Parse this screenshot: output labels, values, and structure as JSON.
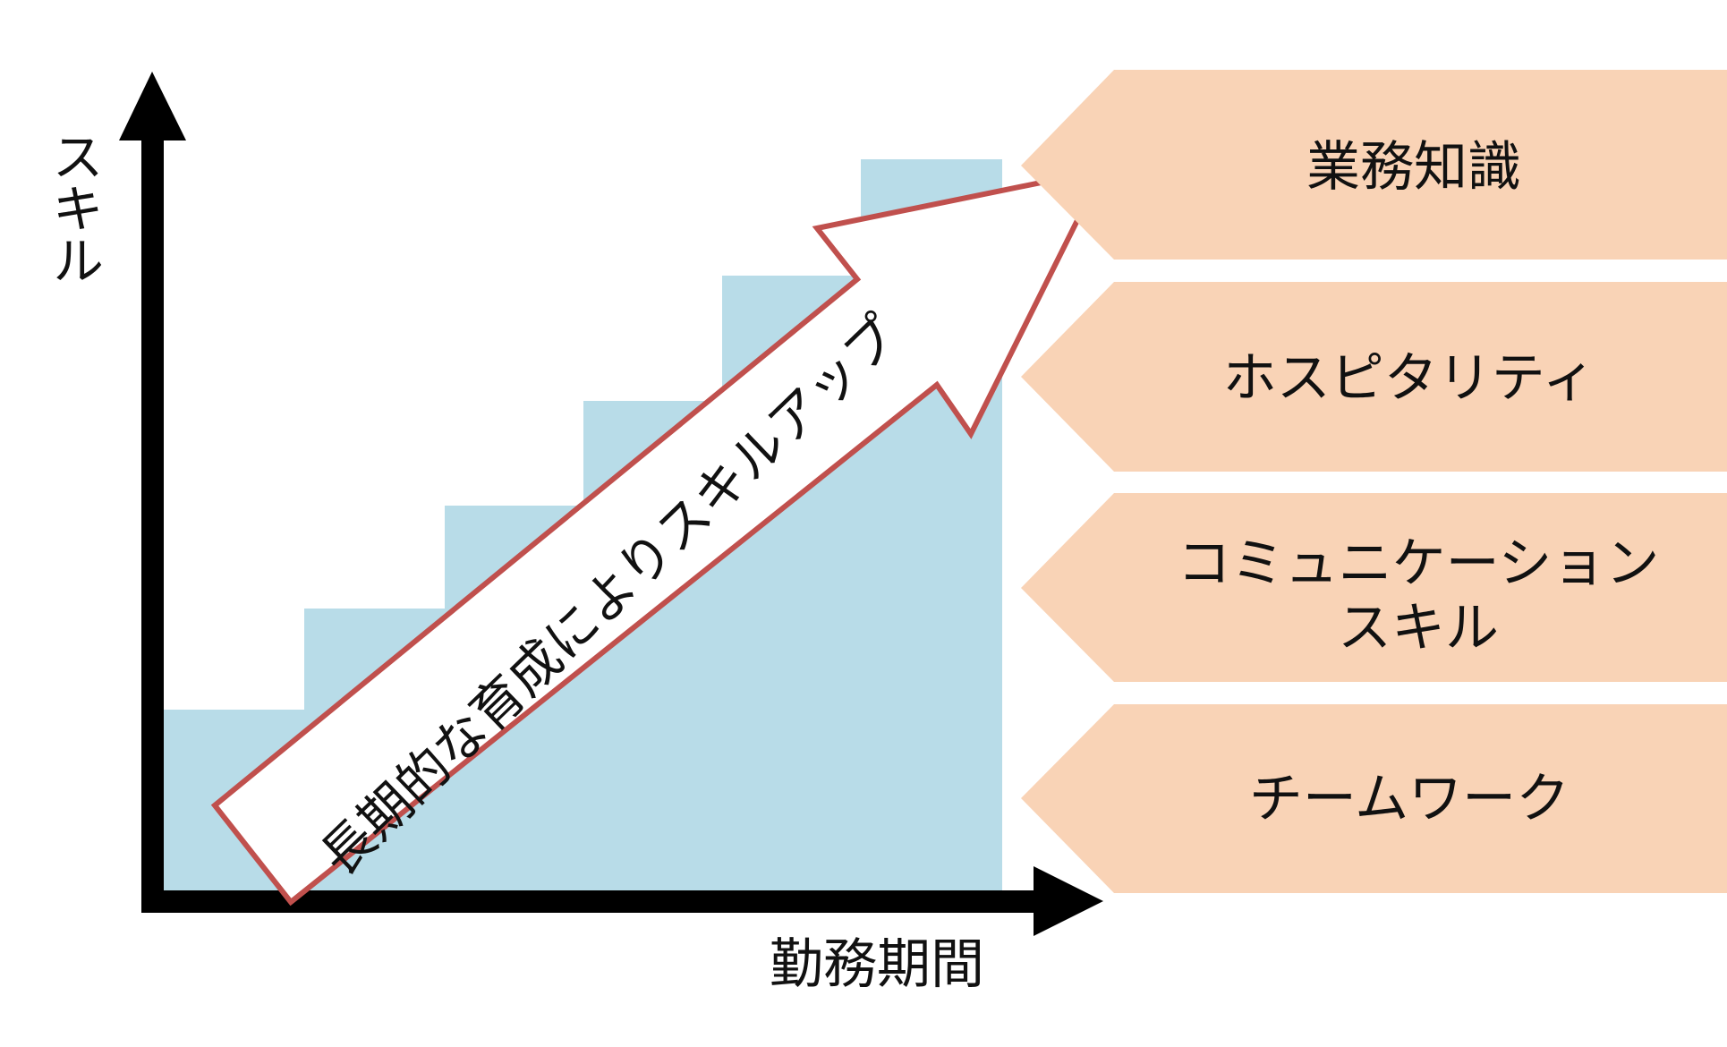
{
  "axes": {
    "y_label": "スキル",
    "x_label": "勤務期間"
  },
  "arrow_text": "長期的な育成によりスキルアップ",
  "skills": [
    {
      "lines": [
        "業務知識"
      ]
    },
    {
      "lines": [
        "ホスピタリティ"
      ]
    },
    {
      "lines": [
        "コミュニケーション",
        "スキル"
      ]
    },
    {
      "lines": [
        "チームワーク"
      ]
    }
  ],
  "steps": {
    "count": 6,
    "description_free": true
  },
  "colors": {
    "axis": "#000000",
    "steps": "#b8dce8",
    "banner": "#f9d3b6",
    "arrow_fill": "#ffffff",
    "arrow_stroke": "#c0504d"
  }
}
